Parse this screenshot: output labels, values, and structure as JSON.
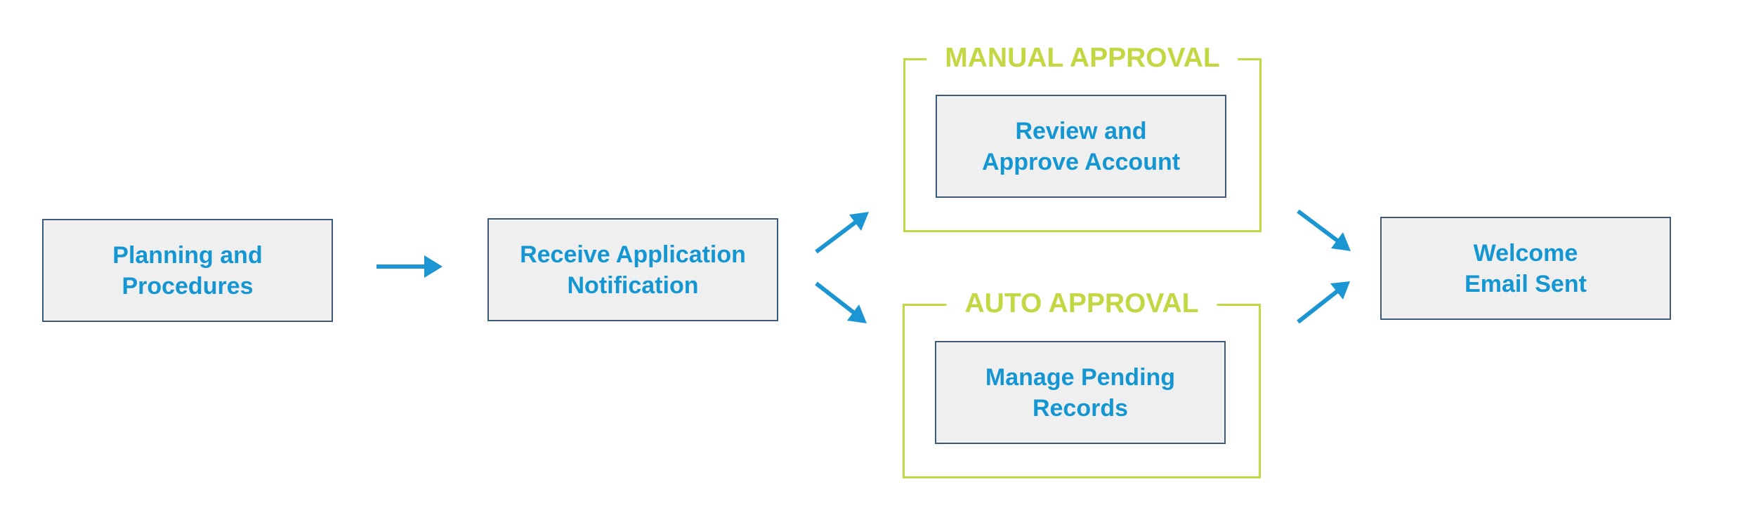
{
  "diagram": {
    "nodes": {
      "planning": "Planning and\nProcedures",
      "receive": "Receive Application\nNotification",
      "review": "Review and\nApprove Account",
      "pending": "Manage Pending\nRecords",
      "welcome": "Welcome\nEmail Sent"
    },
    "groups": {
      "manual": "MANUAL APPROVAL",
      "auto": "AUTO APPROVAL"
    },
    "edges": [
      {
        "from": "Planning and Procedures",
        "to": "Receive Application Notification"
      },
      {
        "from": "Receive Application Notification",
        "to": "MANUAL APPROVAL"
      },
      {
        "from": "Receive Application Notification",
        "to": "AUTO APPROVAL"
      },
      {
        "from": "MANUAL APPROVAL",
        "to": "Welcome Email Sent"
      },
      {
        "from": "AUTO APPROVAL",
        "to": "Welcome Email Sent"
      }
    ]
  },
  "colors": {
    "node_text": "#1396d2",
    "node_fill": "#efefef",
    "node_border": "#3d5a78",
    "group_accent": "#c3d742",
    "arrow": "#1c96d2"
  }
}
